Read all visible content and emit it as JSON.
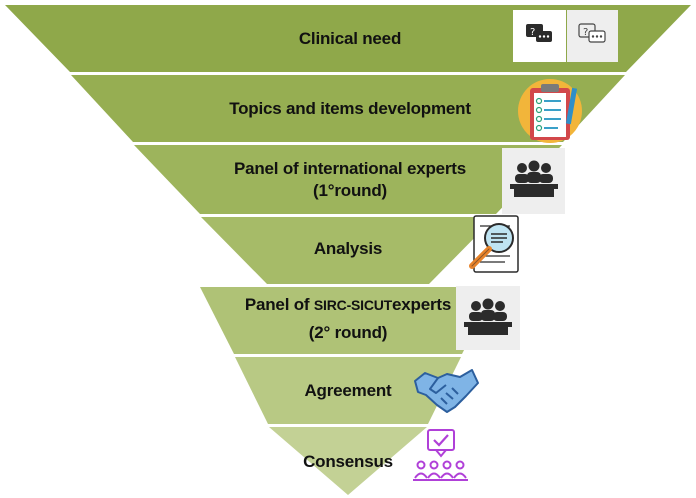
{
  "colors": {
    "band_1": "#8fa84a",
    "band_2": "#96ae52",
    "band_3": "#9db45c",
    "band_4": "#a6bb68",
    "band_5": "#afc276",
    "band_6": "#b8c984",
    "band_7": "#c3d195",
    "separator": "#ffffff",
    "icon_dark": "#2b2b2b",
    "icon_blue": "#3c7fc9",
    "icon_purple": "#b040d8"
  },
  "funnel": {
    "steps": [
      {
        "label": "Clinical need"
      },
      {
        "label": "Topics and items development"
      },
      {
        "line1": "Panel of international experts",
        "line2": "(1°round)"
      },
      {
        "label": "Analysis"
      },
      {
        "line1_a": "Panel of ",
        "line1_b": "SIRC-SICUT",
        "line1_c": "experts",
        "line2": "(2° round)"
      },
      {
        "label": "Agreement"
      },
      {
        "label": "Consensus"
      }
    ]
  },
  "icons": {
    "clinical_need": [
      "chat-question-dark-icon",
      "chat-question-light-icon"
    ],
    "topics": "clipboard-checklist-icon",
    "panel_1": "meeting-table-icon",
    "analysis": "document-magnifier-icon",
    "panel_2": "meeting-table-icon",
    "agreement": "handshake-icon",
    "consensus": "group-approval-icon"
  }
}
